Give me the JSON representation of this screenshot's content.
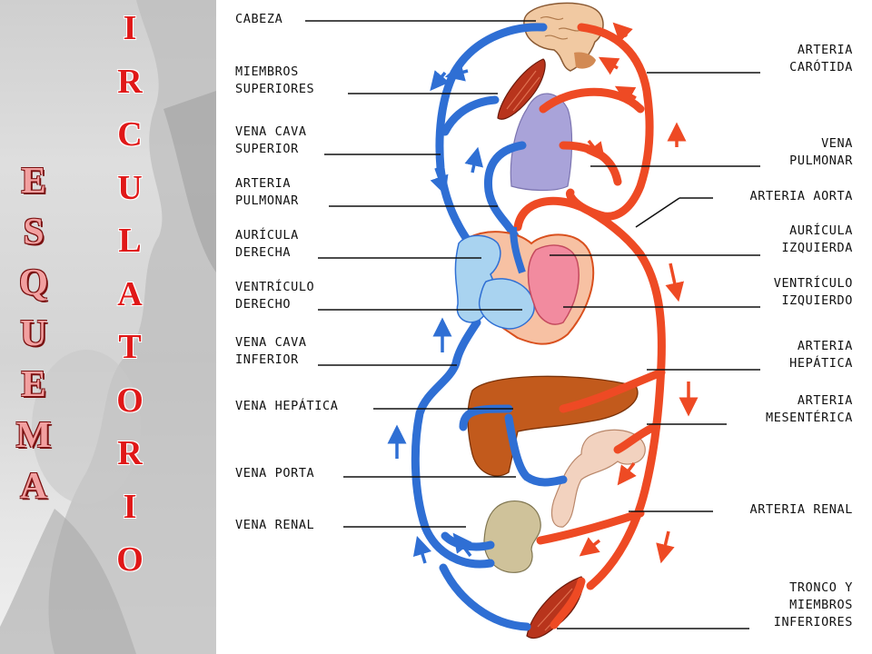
{
  "title_left": {
    "esquema": [
      "E",
      "S",
      "Q",
      "U",
      "E",
      "M",
      "A"
    ],
    "circulatorio": [
      "I",
      "R",
      "C",
      "U",
      "L",
      "A",
      "T",
      "O",
      "R",
      "I",
      "O"
    ]
  },
  "colors": {
    "artery": "#ee4a24",
    "vein": "#2f6fd4",
    "title_red": "#e01818",
    "heart_left": "#f28b9f",
    "heart_right": "#a9d3f0",
    "liver": "#c25a1c",
    "lung": "#a9a3d9",
    "kidney": "#cfc29a",
    "muscle": "#b8341c",
    "brain": "#f1c9a2"
  },
  "labels_left": [
    {
      "id": "cabeza",
      "lines": [
        "CABEZA"
      ]
    },
    {
      "id": "miembros-superiores",
      "lines": [
        "MIEMBROS",
        "SUPERIORES"
      ]
    },
    {
      "id": "vena-cava-superior",
      "lines": [
        "VENA CAVA",
        "SUPERIOR"
      ]
    },
    {
      "id": "arteria-pulmonar",
      "lines": [
        "ARTERIA",
        "PULMONAR"
      ]
    },
    {
      "id": "auricula-derecha",
      "lines": [
        "AURÍCULA",
        "DERECHA"
      ]
    },
    {
      "id": "ventriculo-derecho",
      "lines": [
        "VENTRÍCULO",
        "DERECHO"
      ]
    },
    {
      "id": "vena-cava-inferior",
      "lines": [
        "VENA CAVA",
        "INFERIOR"
      ]
    },
    {
      "id": "vena-hepatica",
      "lines": [
        "VENA HEPÁTICA"
      ]
    },
    {
      "id": "vena-porta",
      "lines": [
        "VENA PORTA"
      ]
    },
    {
      "id": "vena-renal",
      "lines": [
        "VENA RENAL"
      ]
    }
  ],
  "labels_right": [
    {
      "id": "arteria-carotida",
      "lines": [
        "ARTERIA",
        "CARÓTIDA"
      ]
    },
    {
      "id": "vena-pulmonar",
      "lines": [
        "VENA",
        "PULMONAR"
      ]
    },
    {
      "id": "arteria-aorta",
      "lines": [
        "ARTERIA AORTA"
      ]
    },
    {
      "id": "auricula-izquierda",
      "lines": [
        "AURÍCULA",
        "IZQUIERDA"
      ]
    },
    {
      "id": "ventriculo-izquierdo",
      "lines": [
        "VENTRÍCULO",
        "IZQUIERDO"
      ]
    },
    {
      "id": "arteria-hepatica",
      "lines": [
        "ARTERIA",
        "HEPÁTICA"
      ]
    },
    {
      "id": "arteria-mesenterica",
      "lines": [
        "ARTERIA",
        "MESENTÉRICA"
      ]
    },
    {
      "id": "arteria-renal",
      "lines": [
        "ARTERIA RENAL"
      ]
    },
    {
      "id": "tronco-miembros-inferiores",
      "lines": [
        "TRONCO Y",
        "MIEMBROS",
        "INFERIORES"
      ]
    }
  ]
}
